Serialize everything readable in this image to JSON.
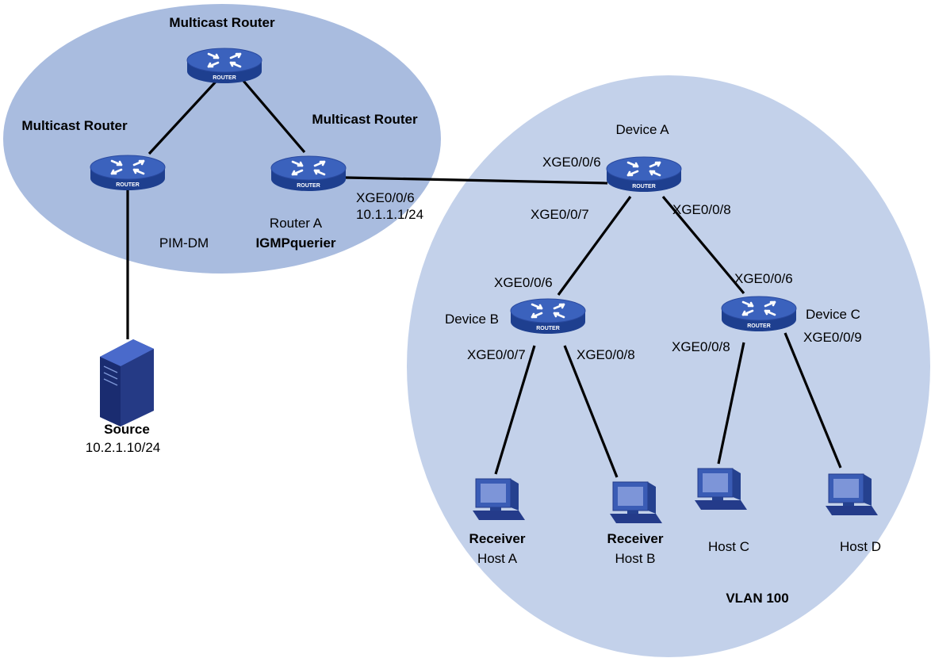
{
  "diagram": {
    "colors": {
      "multicast_area": "#a9bcdf",
      "vlan_area": "#c3d1ea",
      "router_top": "#3b62bd",
      "router_side": "#1e3f8f",
      "host_body": "#4060b8",
      "server_body": "#253a85"
    },
    "areas": {
      "vlan_label": "VLAN 100"
    },
    "routers": {
      "top": {
        "role": "Multicast Router",
        "icon_text": "ROUTER"
      },
      "left": {
        "role": "Multicast Router",
        "icon_text": "ROUTER"
      },
      "router_a": {
        "role": "Multicast Router",
        "name": "Router A",
        "querier": "IGMPquerier",
        "port": "XGE0/0/6",
        "ip": "10.1.1.1/24",
        "icon_text": "ROUTER"
      }
    },
    "pim_label": "PIM-DM",
    "source": {
      "title": "Source",
      "ip": "10.2.1.10/24",
      "icon": "server-icon"
    },
    "devices": {
      "a": {
        "name": "Device A",
        "port_uplink": "XGE0/0/6",
        "port_left": "XGE0/0/7",
        "port_right": "XGE0/0/8",
        "icon_text": "ROUTER"
      },
      "b": {
        "name": "Device B",
        "port_up": "XGE0/0/6",
        "port_left": "XGE0/0/7",
        "port_right": "XGE0/0/8",
        "icon_text": "ROUTER"
      },
      "c": {
        "name": "Device C",
        "port_up": "XGE0/0/6",
        "port_left": "XGE0/0/8",
        "port_right": "XGE0/0/9",
        "icon_text": "ROUTER"
      }
    },
    "hosts": {
      "a": {
        "role": "Receiver",
        "name": "Host A",
        "icon": "computer-icon"
      },
      "b": {
        "role": "Receiver",
        "name": "Host B",
        "icon": "computer-icon"
      },
      "c": {
        "name": "Host C",
        "icon": "computer-icon"
      },
      "d": {
        "name": "Host D",
        "icon": "computer-icon"
      }
    }
  }
}
